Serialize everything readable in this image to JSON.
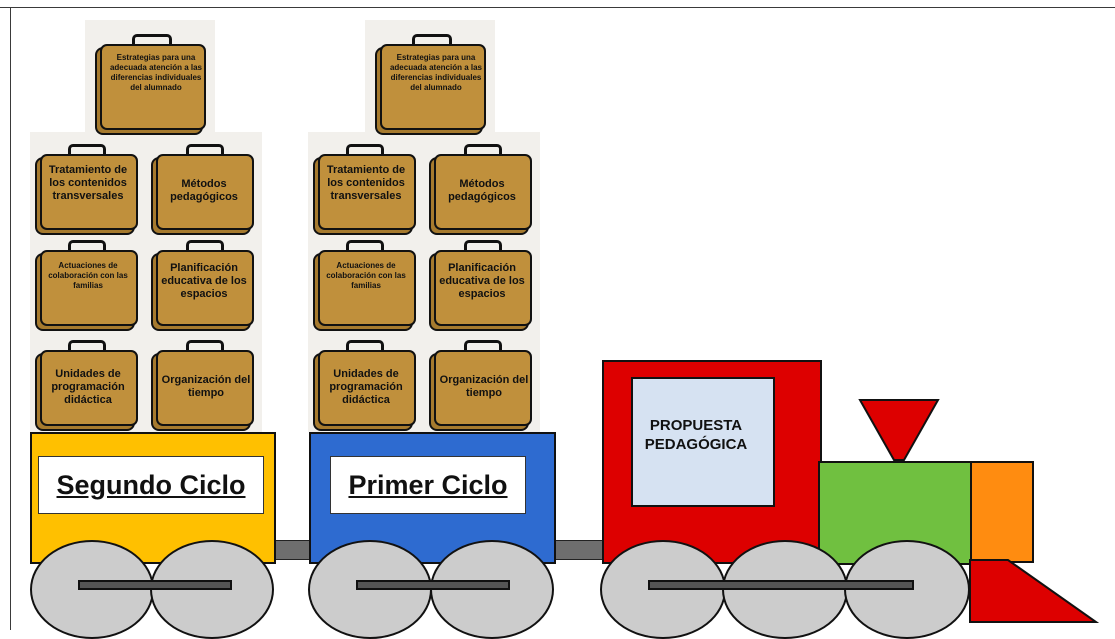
{
  "suitcases": {
    "estrategias": "Estrategias para una adecuada atención a las diferencias individuales del alumnado",
    "tratamiento": "Tratamiento de los contenidos transversales",
    "metodos": "Métodos pedagógicos",
    "actuaciones": "Actuaciones de colaboración con las familias",
    "planificacion": "Planificación educativa de los espacios",
    "unidades": "Unidades de programación didáctica",
    "organizacion": "Organización del tiempo"
  },
  "wagons": {
    "segundo": "Segundo Ciclo",
    "primer": "Primer Ciclo"
  },
  "locomotive": {
    "window_text": "PROPUESTA PEDAGÓGICA"
  },
  "colors": {
    "segundo": "#ffc000",
    "primer": "#2e6bd0",
    "locomotive_cab": "#dd0000",
    "boiler": "#70c040",
    "front": "#ff8c10",
    "window": "#d6e2f2",
    "suitcase": "#c0903c"
  }
}
